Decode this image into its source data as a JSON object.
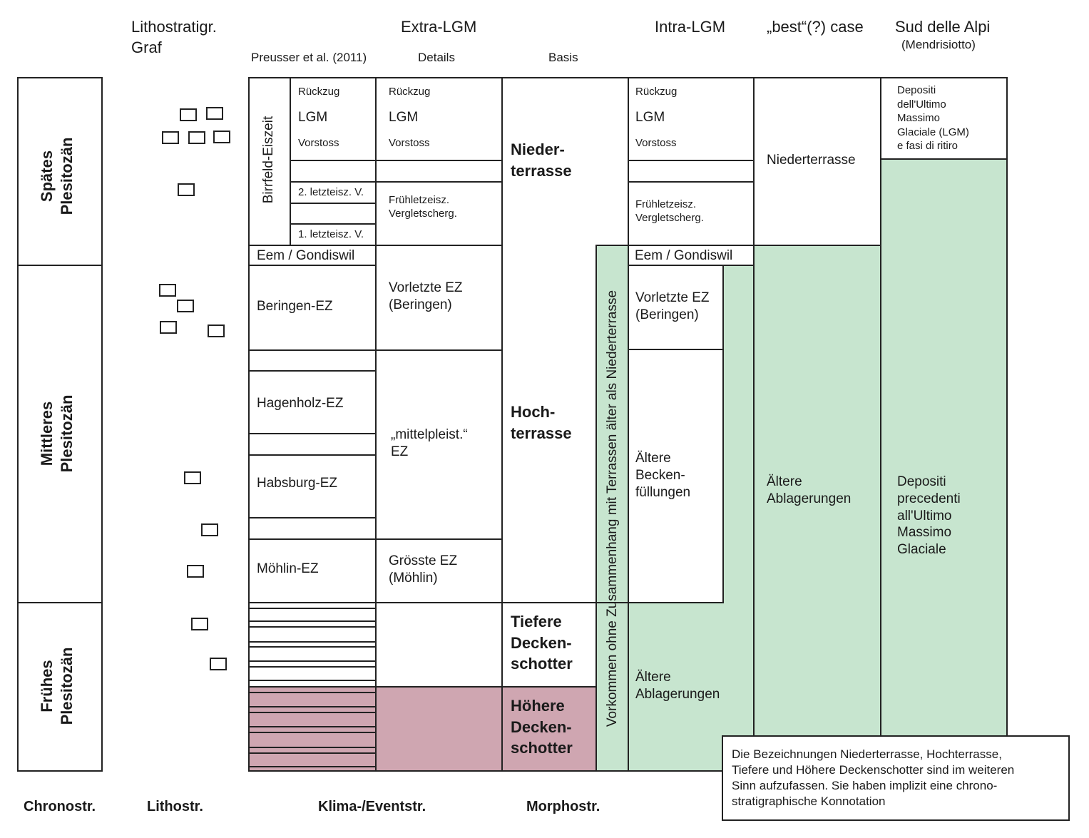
{
  "headers": {
    "lithostratigr": "Lithostratigr.\nGraf",
    "extra_lgm": "Extra-LGM",
    "intra_lgm": "Intra-LGM",
    "best_case": "„best“(?) case",
    "sud_alpi": "Sud delle Alpi",
    "mendrisiotto": "(Mendrisiotto)",
    "preusser": "Preusser et al. (2011)",
    "details": "Details",
    "basis": "Basis"
  },
  "chrono": {
    "spates": "Spätes\nPlesitozän",
    "mittleres": "Mittleres\nPlesitozän",
    "fruhes": "Frühes\nPlesitozän"
  },
  "preusser": {
    "birrfeld": "Birrfeld-Eiszeit",
    "ruckzug": "Rückzug",
    "lgm": "LGM",
    "vorstoss": "Vorstoss",
    "letzteisz2": "2. letzteisz. V.",
    "letzteisz1": "1. letzteisz. V.",
    "eem": "Eem / Gondiswil",
    "beringen": "Beringen-EZ",
    "hagenholz": "Hagenholz-EZ",
    "habsburg": "Habsburg-EZ",
    "mohlin": "Möhlin-EZ"
  },
  "details": {
    "ruckzug": "Rückzug",
    "lgm": "LGM",
    "vorstoss": "Vorstoss",
    "fruhletzeisz": "Frühletzeisz.\nVergletscherg.",
    "vorletzte": "Vorletzte EZ\n(Beringen)",
    "mittelpleist": "„mittelpleist.“\nEZ",
    "grosste": "Grösste EZ\n(Möhlin)"
  },
  "basis": {
    "niederterrasse": "Nieder-\nterrasse",
    "hochterrasse": "Hoch-\nterrasse",
    "tiefere": "Tiefere\nDecken-\nschotter",
    "hohere": "Höhere\nDecken-\nschotter"
  },
  "vorkommen": "Vorkommen ohne Zusammenhang mit Terrassen älter als Niederterrasse",
  "intra": {
    "ruckzug": "Rückzug",
    "lgm": "LGM",
    "vorstoss": "Vorstoss",
    "fruhletzeisz": "Frühletzeisz.\nVergletscherg.",
    "eem": "Eem / Gondiswil",
    "vorletzte": "Vorletzte EZ\n(Beringen)",
    "altere_becken": "Ältere\nBecken-\nfüllungen",
    "altere_ablagerungen": "Ältere\nAblagerungen"
  },
  "best": {
    "niederterrasse": "Niederterrasse",
    "altere_ablagerungen": "Ältere\nAblagerungen"
  },
  "sud": {
    "depositi_lgm": "Depositi\ndell'Ultimo\nMassimo\nGlaciale (LGM)\ne fasi di ritiro",
    "depositi_precedenti": "Depositi\nprecedenti\nall'Ultimo\nMassimo\nGlaciale"
  },
  "note": "Die Bezeichnungen Niederterrasse, Hochterrasse,\nTiefere und Höhere Deckenschotter sind im weiteren\nSinn aufzufassen. Sie haben implizit eine chrono-\nstratigraphische Konnotation",
  "footer": {
    "chronostr": "Chronostr.",
    "lithostr": "Lithostr.",
    "klima": "Klima-/Eventstr.",
    "morphostr": "Morphostr."
  },
  "colors": {
    "green": "#c7e5cf",
    "pink": "#cfa6b1"
  }
}
